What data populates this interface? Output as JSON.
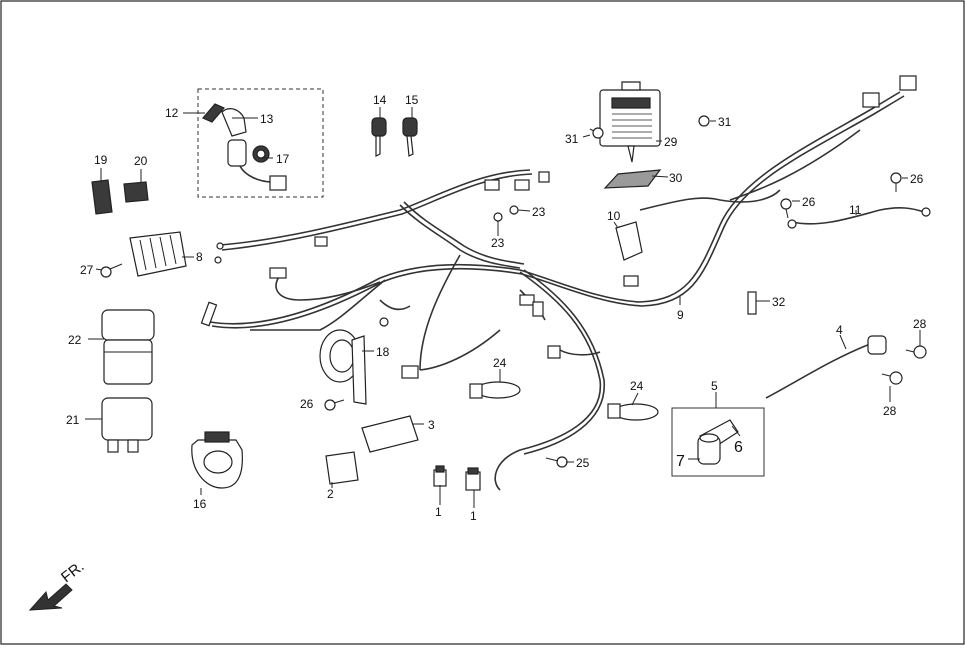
{
  "diagram": {
    "labels": [
      "1",
      "1",
      "2",
      "3",
      "4",
      "5",
      "6",
      "7",
      "8",
      "9",
      "10",
      "11",
      "12",
      "13",
      "14",
      "15",
      "16",
      "17",
      "18",
      "19",
      "20",
      "21",
      "22",
      "23",
      "23",
      "24",
      "24",
      "25",
      "26",
      "26",
      "26",
      "27",
      "28",
      "28",
      "29",
      "30",
      "31",
      "31",
      "32"
    ],
    "direction_label": "FR."
  }
}
